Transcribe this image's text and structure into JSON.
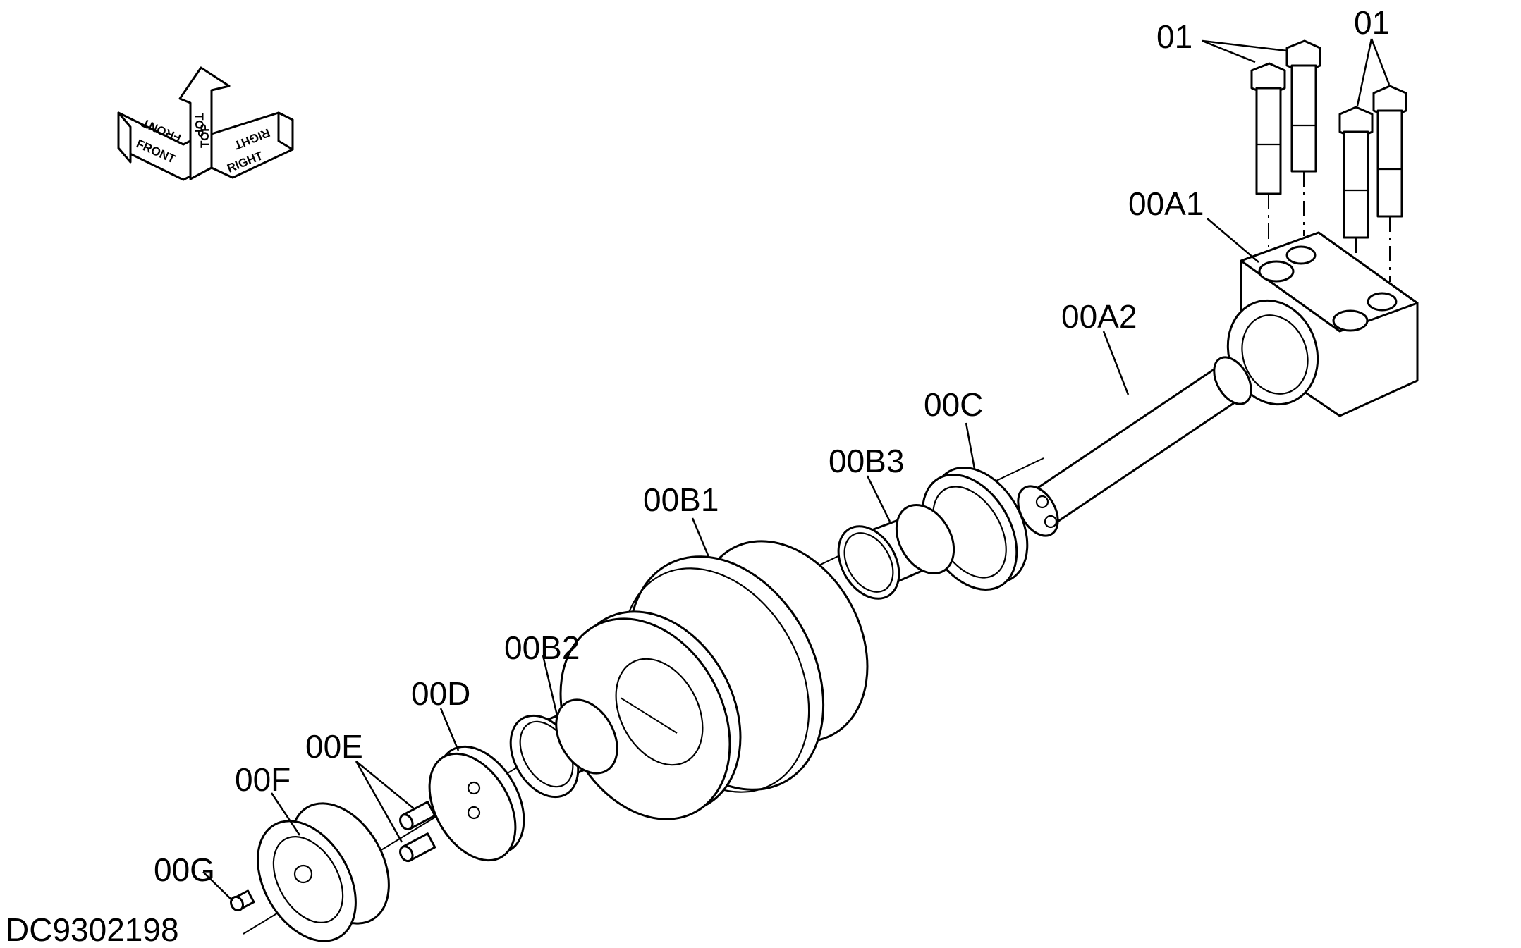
{
  "drawing_id": "DC9302198",
  "orientation_indicator": {
    "front": "FRONT",
    "top": "TOP",
    "right": "RIGHT"
  },
  "part_labels": {
    "bolts_left": "01",
    "bolts_right": "01",
    "a1": "00A1",
    "a2": "00A2",
    "c": "00C",
    "b3": "00B3",
    "b1": "00B1",
    "b2": "00B2",
    "d": "00D",
    "e": "00E",
    "f": "00F",
    "g": "00G"
  }
}
